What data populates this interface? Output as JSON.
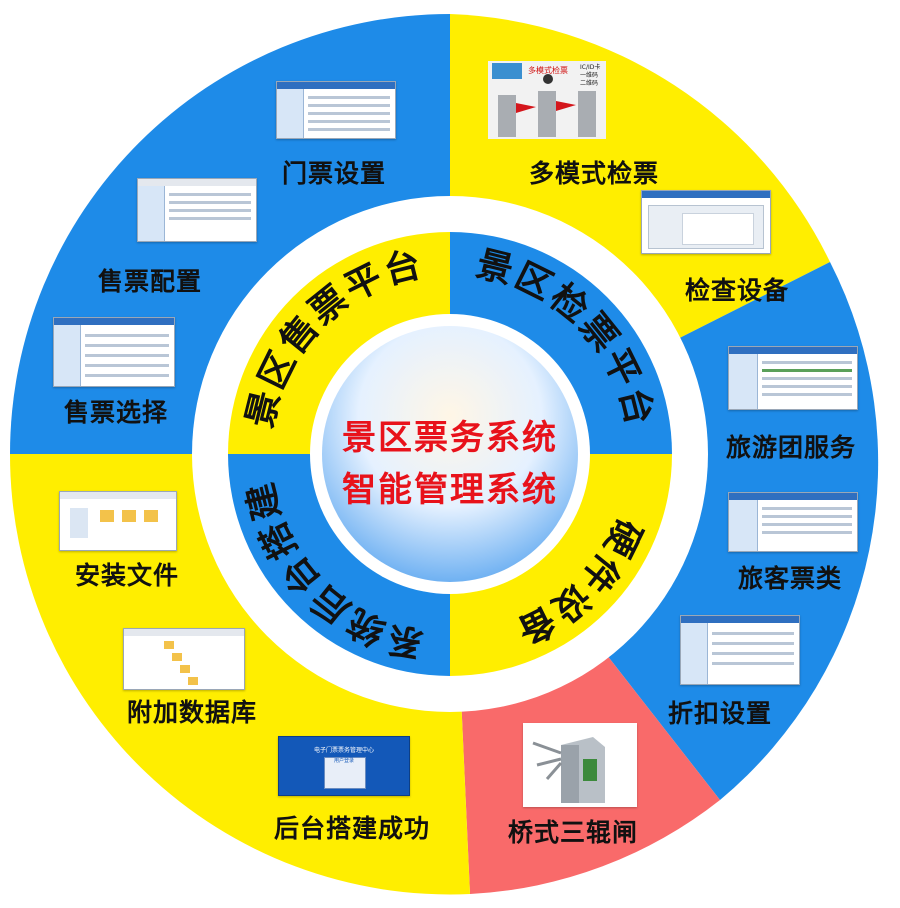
{
  "center": {
    "line1": "景区票务系统",
    "line2": "智能管理系统"
  },
  "inner_sections": [
    {
      "key": "sell",
      "label": "景区售票平台",
      "color": "#ffee00",
      "text_color": "#111111"
    },
    {
      "key": "check",
      "label": "景区检票平台",
      "color": "#1e8be8",
      "text_color": "#111111"
    },
    {
      "key": "hw",
      "label": "硬件设备",
      "color": "#ffee00",
      "text_color": "#111111"
    },
    {
      "key": "build",
      "label": "系统后台搭建",
      "color": "#1e8be8",
      "text_color": "#111111"
    }
  ],
  "outer_items": [
    {
      "key": "ticket-setting",
      "label": "门票设置",
      "icon": "software-screenshot-icon"
    },
    {
      "key": "multi-check",
      "label": "多模式检票",
      "icon": "turnstile-gate-icon"
    },
    {
      "key": "check-device",
      "label": "检查设备",
      "icon": "software-screenshot-icon"
    },
    {
      "key": "tour-group",
      "label": "旅游团服务",
      "icon": "software-screenshot-icon"
    },
    {
      "key": "tourist-ticket",
      "label": "旅客票类",
      "icon": "software-screenshot-icon"
    },
    {
      "key": "discount",
      "label": "折扣设置",
      "icon": "software-screenshot-icon"
    },
    {
      "key": "tripod",
      "label": "桥式三辊闸",
      "icon": "tripod-turnstile-icon"
    },
    {
      "key": "backend-ok",
      "label": "后台搭建成功",
      "icon": "login-screen-icon"
    },
    {
      "key": "extra-db",
      "label": "附加数据库",
      "icon": "software-screenshot-icon"
    },
    {
      "key": "install-files",
      "label": "安装文件",
      "icon": "file-folder-icon"
    },
    {
      "key": "ticket-select",
      "label": "售票选择",
      "icon": "software-screenshot-icon"
    },
    {
      "key": "ticket-config",
      "label": "售票配置",
      "icon": "software-screenshot-icon"
    }
  ],
  "thumb_texts": {
    "gate_tag1": "多模式检票",
    "gate_tag2": "IC/ID卡",
    "gate_tag3": "一维码",
    "gate_tag4": "二维码",
    "login_title": "电子门票票务管理中心",
    "login_sub": "用户登录"
  },
  "colors": {
    "yellow": "#ffee00",
    "blue": "#1e8be8",
    "red": "#f96a6a",
    "center_text": "#e8121b"
  }
}
